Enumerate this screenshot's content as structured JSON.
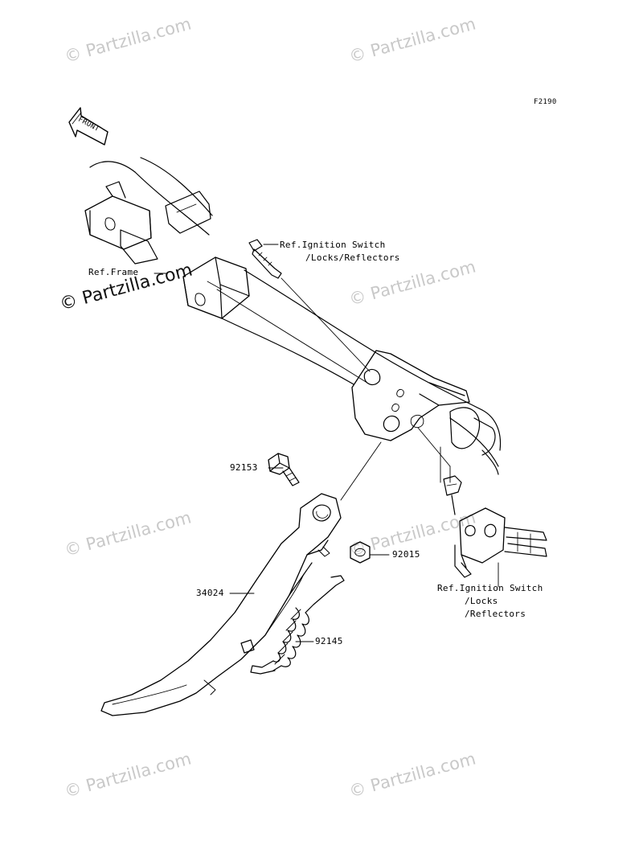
{
  "diagram_id": "F2190",
  "front_arrow_label": "FRONT",
  "watermark_text": "© Partzilla.com",
  "labels": {
    "ref_frame": "Ref.Frame",
    "ref_ignition_top_line1": "Ref.Ignition Switch",
    "ref_ignition_top_line2": "/Locks/Reflectors",
    "ref_ignition_bottom_line1": "Ref.Ignition Switch",
    "ref_ignition_bottom_line2": "/Locks",
    "ref_ignition_bottom_line3": "/Reflectors"
  },
  "parts": [
    {
      "number": "92153"
    },
    {
      "number": "92015"
    },
    {
      "number": "34024"
    },
    {
      "number": "92145"
    }
  ]
}
